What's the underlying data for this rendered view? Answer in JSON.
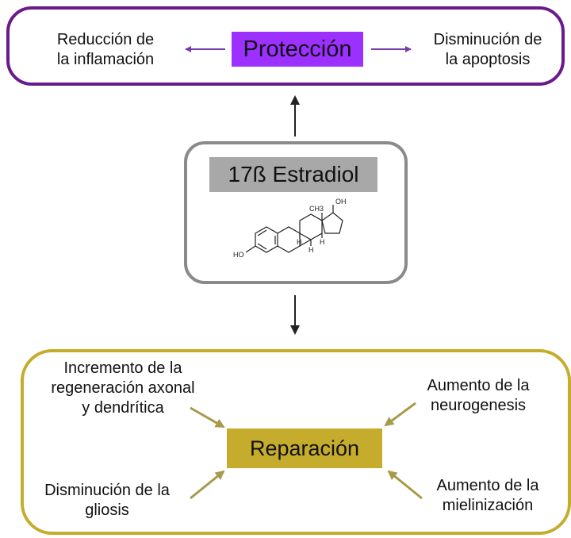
{
  "protection": {
    "title": "Protección",
    "left_effect": [
      "Reducción de",
      "la inflamación"
    ],
    "right_effect": [
      "Disminución de",
      "la apoptosis"
    ],
    "color": "#6a1a8c",
    "chip_color": "#9b30ff"
  },
  "estradiol": {
    "title": "17ß Estradiol",
    "structure_labels": {
      "oh_top": "OH",
      "methyl": "CH3",
      "ho_left": "HO",
      "h_a": "H",
      "h_b": "H",
      "h_c": "H"
    },
    "color": "#8a8a8a"
  },
  "repair": {
    "title": "Reparación",
    "top_left": [
      "Incremento de la",
      "regeneración axonal",
      "y dendrítica"
    ],
    "bottom_left": [
      "Disminución de la",
      "gliosis"
    ],
    "top_right": [
      "Aumento de la",
      "neurogenesis"
    ],
    "bottom_right": [
      "Aumento de la",
      "mielinización"
    ],
    "color": "#c6ac2c"
  }
}
